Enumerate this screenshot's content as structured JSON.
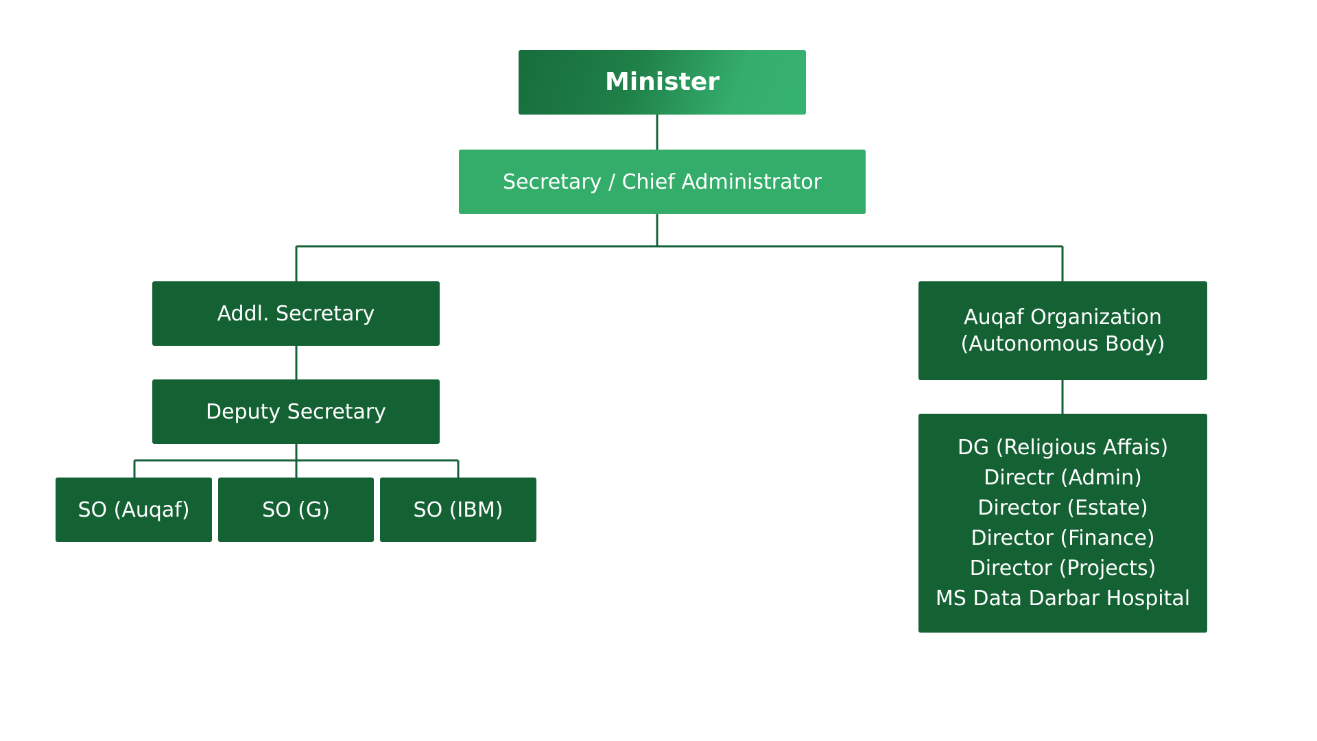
{
  "org_chart": {
    "minister": "Minister",
    "secretary": "Secretary / Chief Administrator",
    "addl_secretary": "Addl. Secretary",
    "deputy_secretary": "Deputy Secretary",
    "section_officers": [
      "SO (Auqaf)",
      "SO (G)",
      "SO (IBM)"
    ],
    "auqaf_organization": {
      "line1": "Auqaf Organization",
      "line2": "(Autonomous Body)"
    },
    "auqaf_directorates": [
      "DG (Religious Affais)",
      "Directr (Admin)",
      "Director (Estate)",
      "Director (Finance)",
      "Director (Projects)",
      "MS Data Darbar Hospital"
    ]
  },
  "colors": {
    "dark_green": "#146134",
    "light_green": "#34ad6b",
    "connector": "#16613a"
  }
}
